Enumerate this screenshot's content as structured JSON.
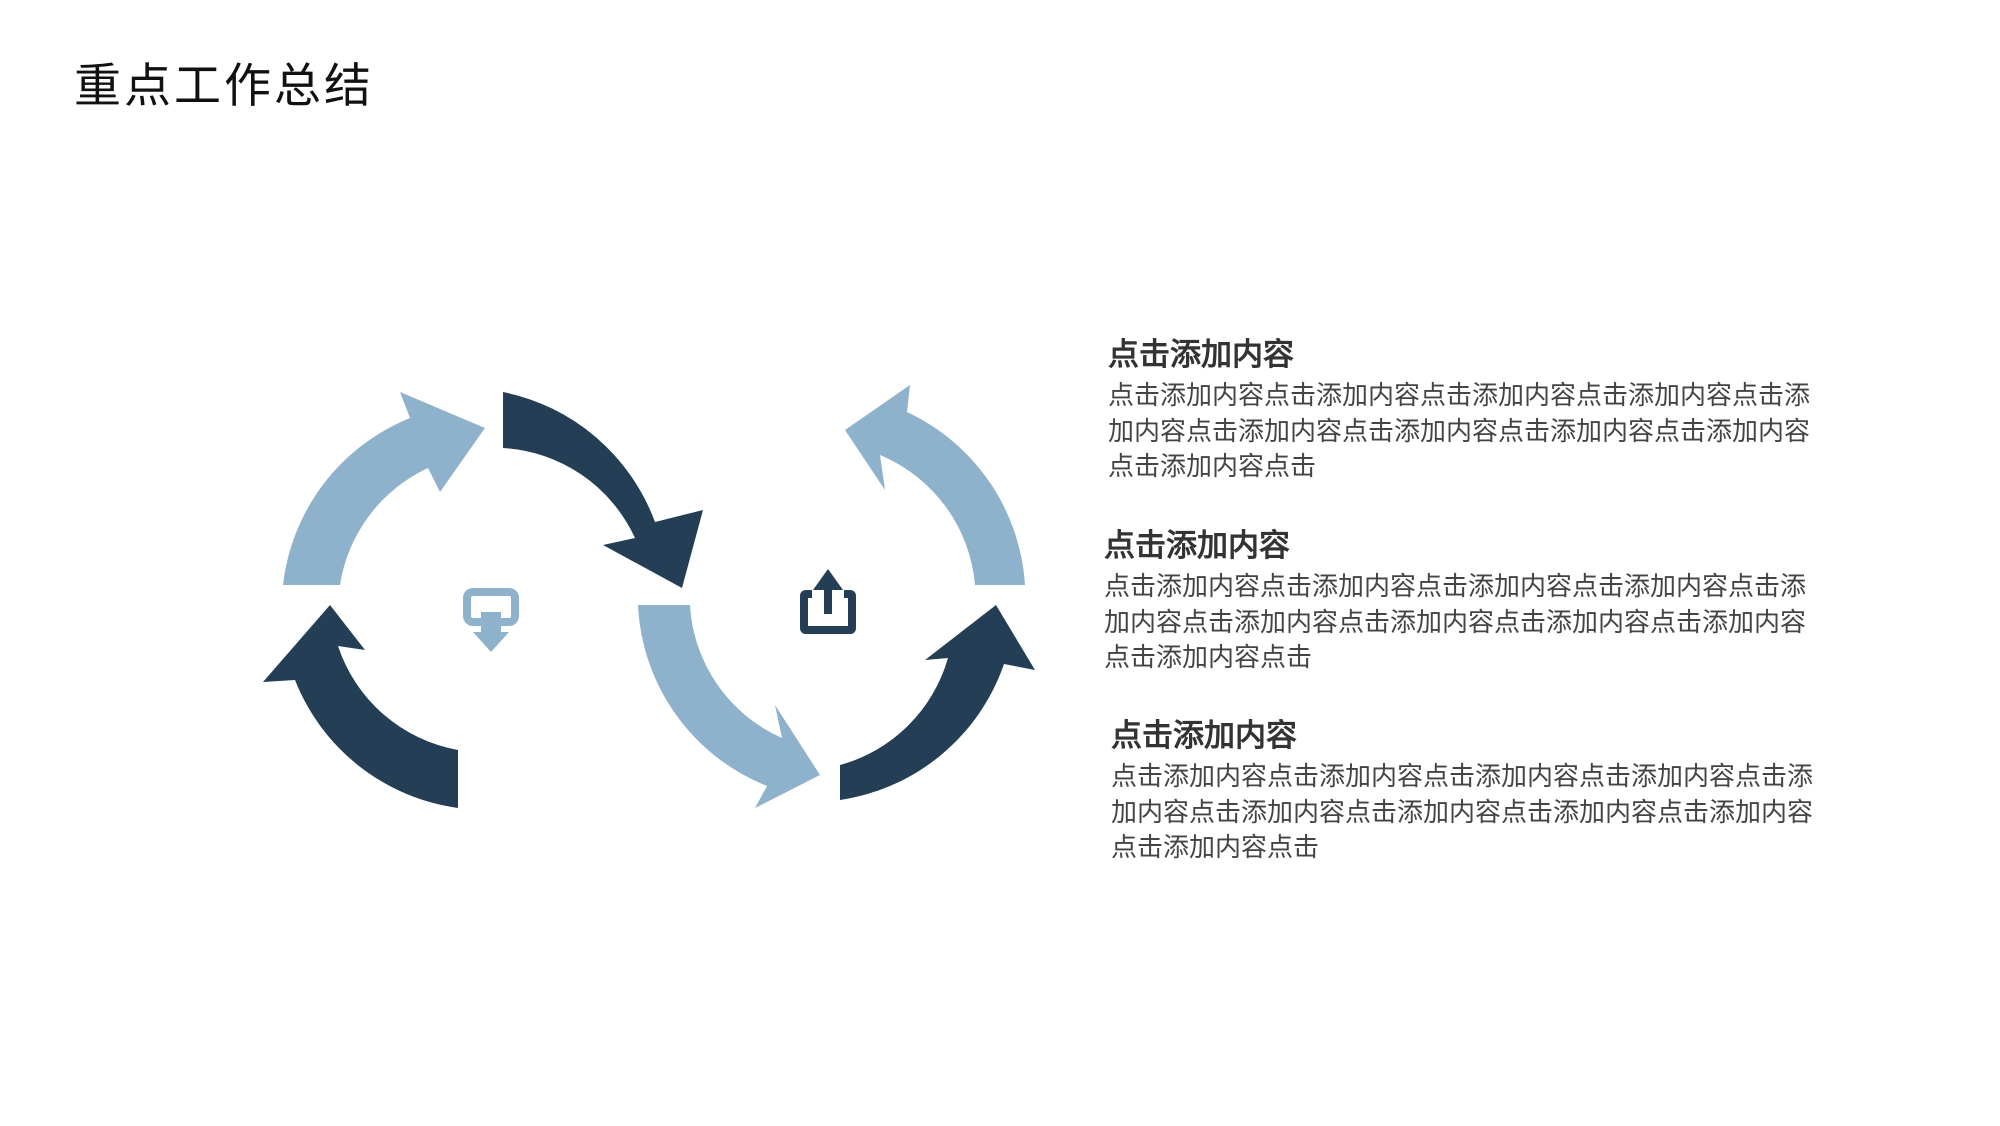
{
  "title": "重点工作总结",
  "colors": {
    "light_blue": "#8fb2cc",
    "dark_navy": "#243e55",
    "heading_text": "#333333",
    "body_text": "#444444"
  },
  "icons": {
    "left_center": "download-box-icon",
    "right_center": "share-upload-icon"
  },
  "blocks": [
    {
      "heading": "点击添加内容",
      "body": "点击添加内容点击添加内容点击添加内容点击添加内容点击添加内容点击添加内容点击添加内容点击添加内容点击添加内容点击添加内容点击"
    },
    {
      "heading": "点击添加内容",
      "body": "点击添加内容点击添加内容点击添加内容点击添加内容点击添加内容点击添加内容点击添加内容点击添加内容点击添加内容点击添加内容点击"
    },
    {
      "heading": "点击添加内容",
      "body": "点击添加内容点击添加内容点击添加内容点击添加内容点击添加内容点击添加内容点击添加内容点击添加内容点击添加内容点击添加内容点击"
    }
  ]
}
